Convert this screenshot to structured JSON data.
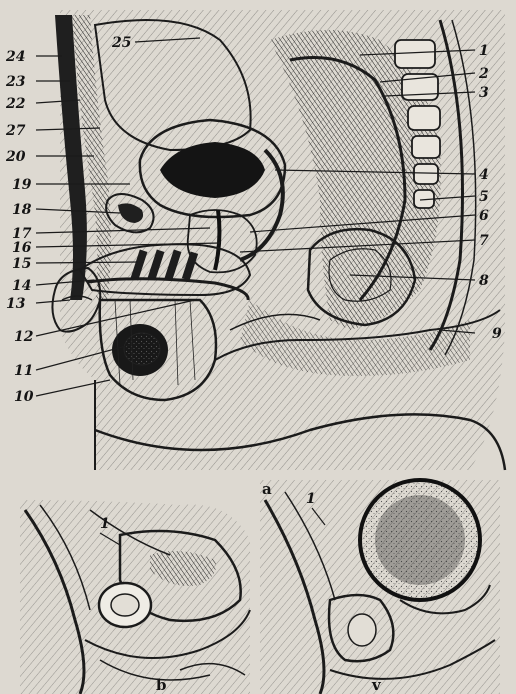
{
  "figure": {
    "panels": [
      {
        "id": "a",
        "label": "а"
      },
      {
        "id": "b",
        "label": "b"
      },
      {
        "id": "v",
        "label": "v"
      }
    ],
    "left_labels": [
      "24",
      "23",
      "22",
      "27",
      "20",
      "19",
      "18",
      "17",
      "16",
      "15",
      "14",
      "13",
      "12",
      "11",
      "10"
    ],
    "top_labels": [
      "25"
    ],
    "right_labels": [
      "1",
      "2",
      "3",
      "4",
      "5",
      "6",
      "7",
      "8",
      "9"
    ],
    "inset_b_label": "1",
    "inset_v_label": "1"
  }
}
